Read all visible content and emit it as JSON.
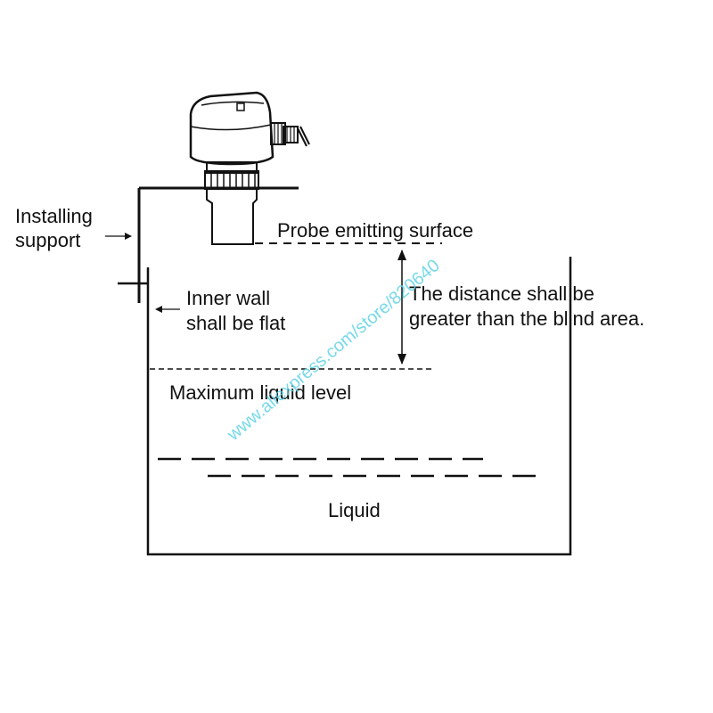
{
  "labels": {
    "installing_support_line1": "Installing",
    "installing_support_line2": "support",
    "probe_emitting_surface": "Probe emitting surface",
    "inner_wall_line1": "Inner wall",
    "inner_wall_line2": "shall be flat",
    "distance_line1": "The distance shall be",
    "distance_line2": "greater than the blind area.",
    "maximum_liquid_level": "Maximum liquid level",
    "liquid": "Liquid"
  },
  "watermark": "www.aliexpress.com/store/820640",
  "colors": {
    "line": "#111111",
    "background": "#ffffff",
    "watermark": "#5fd3e6"
  }
}
